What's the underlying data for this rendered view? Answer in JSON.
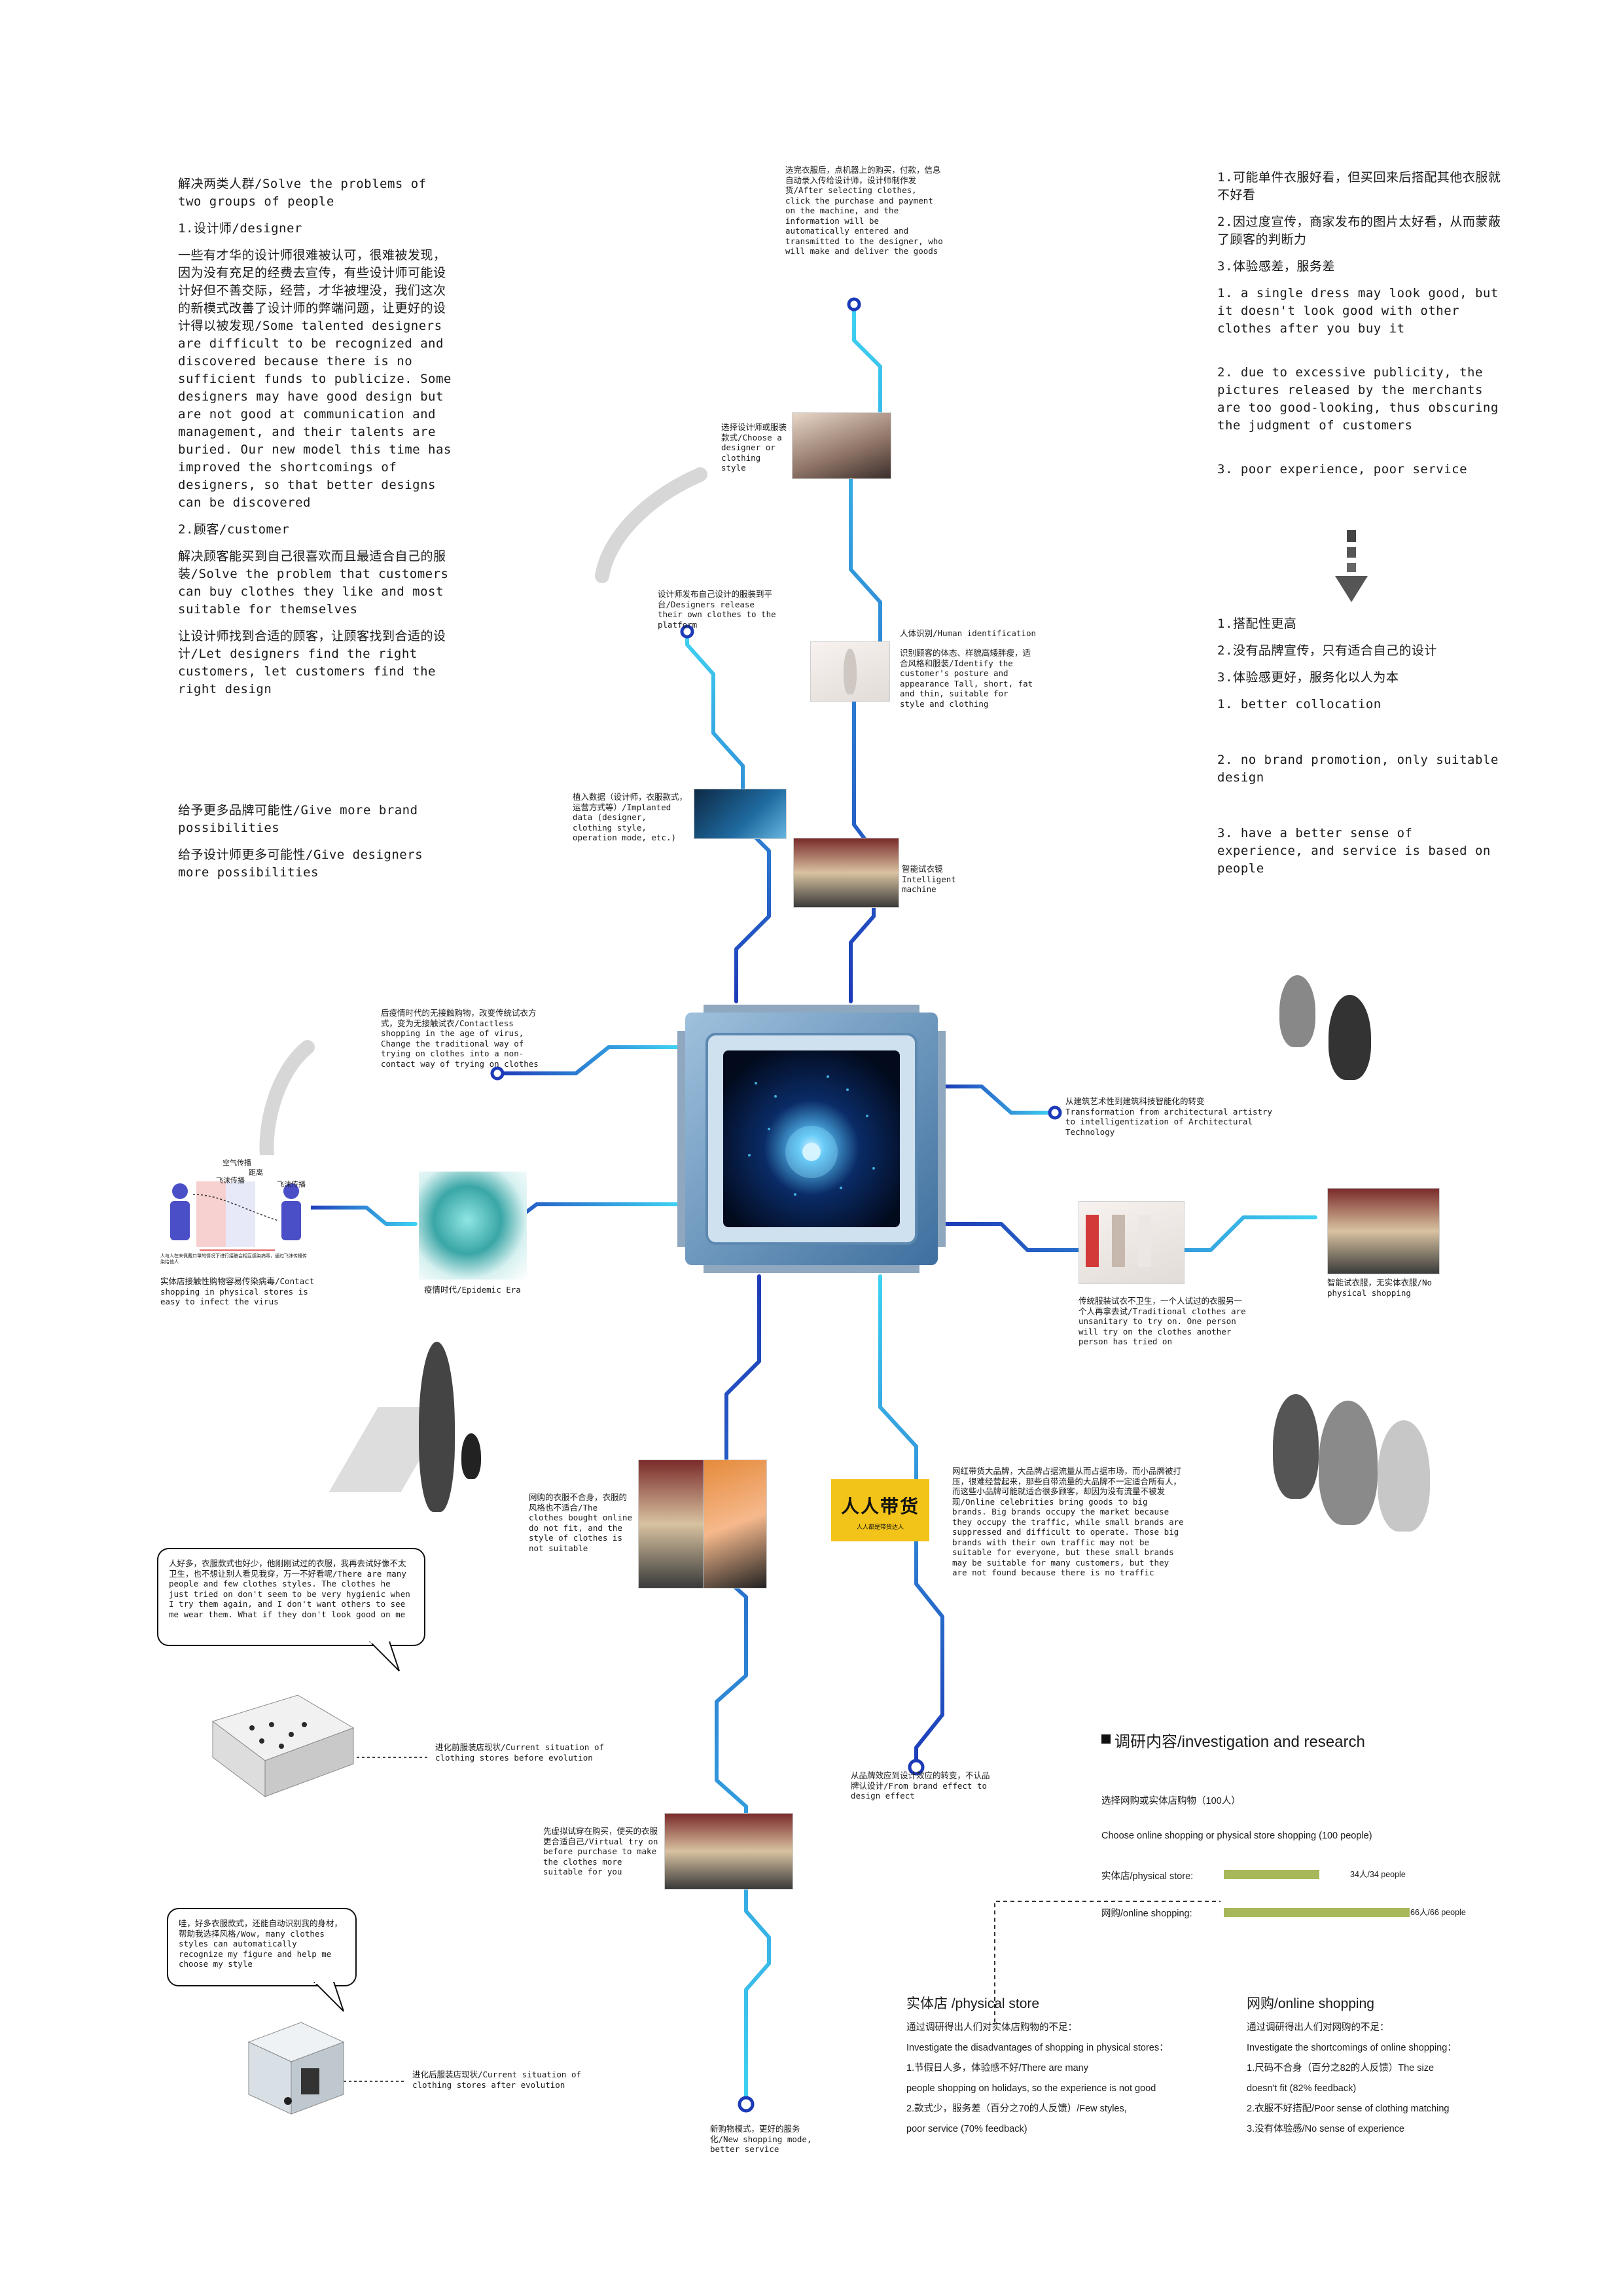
{
  "left_intro": {
    "title": "解决两类人群/Solve the problems of two groups of people",
    "designer_heading": "1.设计师/designer",
    "designer_text": "一些有才华的设计师很难被认可，很难被发现，因为没有充足的经费去宣传，有些设计师可能设计好但不善交际，经营，才华被埋没，我们这次的新模式改善了设计师的弊端问题，让更好的设计得以被发现/Some talented designers are difficult to be recognized and discovered because there is no sufficient funds to publicize. Some designers may have good design but are not good at communication and management, and their talents are buried. Our new model this time has improved the shortcomings of designers, so that better designs can be discovered",
    "customer_heading": "2.顾客/customer",
    "customer_text": "解决顾客能买到自己很喜欢而且最适合自己的服装/Solve the problem that customers can buy clothes they like and most suitable for themselves",
    "match_text": "让设计师找到合适的顾客，让顾客找到合适的设计/Let designers find the right customers, let customers find the right design"
  },
  "left_possibilities": {
    "brand": "给予更多品牌可能性/Give more brand possibilities",
    "designers": "给予设计师更多可能性/Give designers more possibilities"
  },
  "right_intro": {
    "p1": "1.可能单件衣服好看，但买回来后搭配其他衣服就不好看",
    "p2": "2.因过度宣传，商家发布的图片太好看，从而蒙蔽了顾客的判断力",
    "p3": "3.体验感差，服务差",
    "e1": "1. a single dress may look good, but it doesn't look good with other clothes after you buy it",
    "e2": "2. due to excessive publicity, the pictures released by the merchants are too good-looking, thus obscuring the judgment of customers",
    "e3": "3. poor experience, poor service"
  },
  "right_result": {
    "p1": "1.搭配性更高",
    "p2": "2.没有品牌宣传，只有适合自己的设计",
    "p3": "3.体验感更好，服务化以人为本",
    "e1": "1. better collocation",
    "e2": "2. no brand promotion, only suitable design",
    "e3": "3. have a better sense of experience, and service is based on people"
  },
  "nodes": {
    "top": "选完衣服后，点机器上的购买，付款，信息自动录入传给设计师，设计师制作发货/After selecting clothes, click the purchase and payment on the machine, and the information will be automatically entered and transmitted to the designer, who will make and deliver the goods",
    "choose": "选择设计师或服装款式/Choose a designer or clothing style",
    "release": "设计师发布自己设计的服装到平台/Designers release their own clothes to the platform",
    "human_title": "人体识别/Human identification",
    "human_text": "识别顾客的体态、样貌高矮胖瘦，适合风格和服装/Identify the customer's posture and appearance Tall, short, fat and thin, suitable for style and clothing",
    "implant": "植入数据（设计师，衣服款式，运营方式等）/Implanted data (designer, clothing style, operation mode, etc.)",
    "intelligent": "智能试衣镜 Intelligent machine",
    "contactless": "后疫情时代的无接触购物，改变传统试衣方式，变为无接触试衣/Contactless shopping in the age of virus, Change the traditional way of trying on clothes into a non-contact way of trying on clothes",
    "architecture": "从建筑艺术性到建筑科技智能化的转变 Transformation from architectural artistry to intelligentization of Architectural Technology",
    "epidemic": "疫情时代/Epidemic Era",
    "contact": "实体店接触性购物容易传染病毒/Contact shopping in physical stores is easy to infect the virus",
    "traditional": "传统服装试衣不卫生，一个人试过的衣服另一个人再拿去试/Traditional clothes are unsanitary to try on. One person will try on the clothes another person has tried on",
    "no_physical": "智能试衣服，无实体衣服/No physical shopping",
    "online_fit": "网购的衣服不合身，衣服的风格也不适合/The clothes bought online do not fit, and the style of clothes is not suitable",
    "celebrity": "网红带货大品牌，大品牌占据流量从而占据市场，而小品牌被打压，很难经营起来，那些自带流量的大品牌不一定适合所有人，而这些小品牌可能就适合很多顾客，却因为没有流量不被发现/Online celebrities bring goods to big brands. Big brands occupy the market because they occupy the traffic, while small brands are suppressed and difficult to operate. Those big brands with their own traffic may not be suitable for everyone, but these small brands may be suitable for many customers, but they are not found because there is no traffic",
    "brand_effect": "从品牌效应到设计效应的转变，不认品牌认设计/From brand effect to design effect",
    "virtual": "先虚拟试穿在购买，使买的衣服更合适自己/Virtual try on before purchase to make the clothes more suitable for you",
    "new_mode": "新购物模式，更好的服务化/New shopping mode, better service",
    "before_evo": "进化前服装店现状/Current situation of clothing stores before evolution",
    "after_evo": "进化后服装店现状/Current situation of clothing stores after evolution"
  },
  "bubbles": {
    "b1": "人好多，衣服款式也好少，他刚刚试过的衣服，我再去试好像不太卫生，也不想让别人看见我穿，万一不好看呢/There are many people and few clothes styles. The clothes he just tried on don't seem to be very hygienic when I try them again, and I don't want others to see me wear them. What if they don't look good on me",
    "b2": "哇，好多衣服款式，还能自动识别我的身材，帮助我选择风格/Wow, many clothes styles can automatically recognize my figure and help me choose my style"
  },
  "logo": {
    "title": "人人带货",
    "subtitle": "人人都是带货达人"
  },
  "virus_diagram": {
    "top_label": "空气传播",
    "mid_label": "距离",
    "left_label": "飞沫传播",
    "right_label": "飞沫传播",
    "caption": "人与人在未佩戴口罩的情况下进行接触会相互感染病毒，通过飞沫传播传染给他人"
  },
  "survey": {
    "heading": "调研内容/investigation and research",
    "q_cn": "选择网购或实体店购物（100人）",
    "q_en": "Choose online shopping or physical store shopping (100 people)",
    "physical_label": "实体店/physical store:",
    "physical_value": "34人/34 people",
    "online_label": "网购/online shopping:",
    "online_value": "66人/66 people",
    "physical_pct": 34,
    "online_pct": 66,
    "bar_color": "#a6b85a"
  },
  "store": {
    "title": "实体店 /physical store",
    "l1": "通过调研得出人们对实体店购物的不足：",
    "l2": "Investigate the disadvantages of shopping in physical stores：",
    "l3": "1.节假日人多，体验感不好/There are many",
    "l4": "people shopping on holidays, so the experience is not good",
    "l5": "2.款式少，服务差（百分之70的人反馈）/Few styles,",
    "l6": "poor service (70% feedback)"
  },
  "online": {
    "title": "网购/online shopping",
    "l1": "通过调研得出人们对网购的不足：",
    "l2": "Investigate the shortcomings of online shopping：",
    "l3": "1.尺码不合身（百分之82的人反馈）The size",
    "l4": "doesn't fit (82% feedback)",
    "l5": "2.衣服不好搭配/Poor sense of clothing matching",
    "l6": "3.没有体验感/No sense of experience"
  }
}
